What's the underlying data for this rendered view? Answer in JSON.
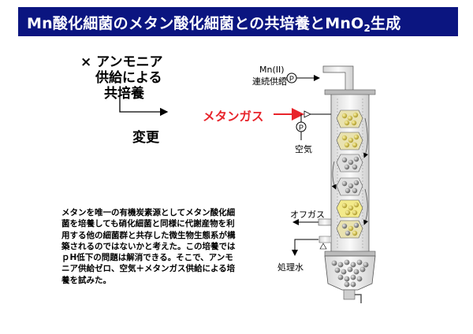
{
  "title": {
    "prefix": "Mn酸化細菌のメタン酸化細菌との共培養とMnO",
    "subscript": "2",
    "suffix": "生成"
  },
  "left_block": {
    "line1": "× アンモニア",
    "line2": "供給による",
    "line3": "共培養",
    "change_label": "変更"
  },
  "diagram": {
    "mn_label_line1": "Mn(II)",
    "mn_label_line2": "連続供給",
    "pump_symbol": "P",
    "methane_label": "メタンガス",
    "air_label": "空気",
    "offgas_label": "オフガス",
    "drain_label": "処理水",
    "colors": {
      "methane": "#e8242b",
      "title_bg": "#0b1580",
      "particles": "#d9c94a"
    }
  },
  "body_lines": [
    "メタンを唯一の有機炭素源としてメタン酸化細",
    "菌を培養しても硝化細菌と同様に代謝産物を利",
    "用する他の細菌群と共存した微生物生態系が構",
    "築されるのではないかと考えた。この培養では",
    "ｐH低下の問題は解消できる。そこで、アンモ",
    "ニア供給ゼロ、空気＋メタンガス供給による培",
    "養を試みた。"
  ]
}
